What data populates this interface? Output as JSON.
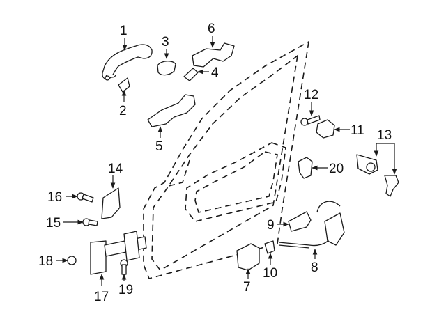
{
  "colors": {
    "line": "#1a1a1a",
    "background": "#ffffff"
  },
  "callouts": [
    {
      "id": "1",
      "label": "1"
    },
    {
      "id": "2",
      "label": "2"
    },
    {
      "id": "3",
      "label": "3"
    },
    {
      "id": "4",
      "label": "4"
    },
    {
      "id": "5",
      "label": "5"
    },
    {
      "id": "6",
      "label": "6"
    },
    {
      "id": "7",
      "label": "7"
    },
    {
      "id": "8",
      "label": "8"
    },
    {
      "id": "9",
      "label": "9"
    },
    {
      "id": "10",
      "label": "10"
    },
    {
      "id": "11",
      "label": "11"
    },
    {
      "id": "12",
      "label": "12"
    },
    {
      "id": "13",
      "label": "13"
    },
    {
      "id": "14",
      "label": "14"
    },
    {
      "id": "15",
      "label": "15"
    },
    {
      "id": "16",
      "label": "16"
    },
    {
      "id": "17",
      "label": "17"
    },
    {
      "id": "18",
      "label": "18"
    },
    {
      "id": "19",
      "label": "19"
    },
    {
      "id": "20",
      "label": "20"
    }
  ]
}
